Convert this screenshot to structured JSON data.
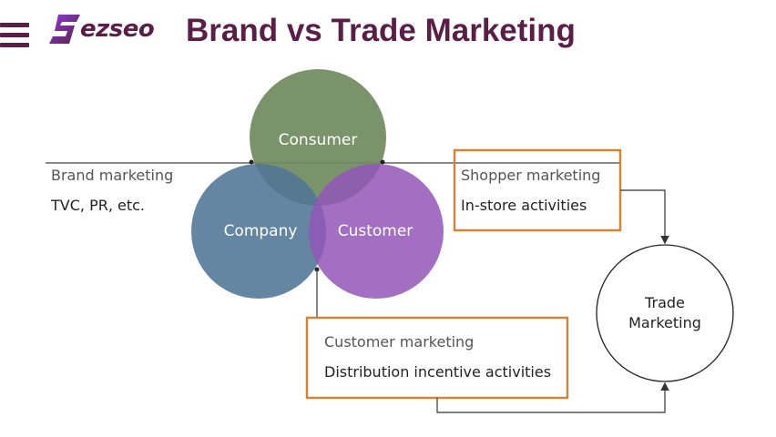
{
  "header": {
    "brand_name": "ezseo",
    "title": "Brand vs Trade Marketing"
  },
  "diagram": {
    "circles": {
      "consumer": "Consumer",
      "company": "Company",
      "customer": "Customer"
    },
    "brand": {
      "heading": "Brand marketing",
      "detail": "TVC, PR, etc."
    },
    "shopper": {
      "heading": "Shopper marketing",
      "detail": "In-store activities"
    },
    "customer_box": {
      "heading": "Customer marketing",
      "detail": "Distribution incentive activities"
    },
    "trade": {
      "line1": "Trade",
      "line2": "Marketing"
    }
  },
  "colors": {
    "brand_purple": "#5a1f47",
    "consumer": "#708a5e",
    "company": "#5d7f9c",
    "customer": "#9a68bb",
    "box_border": "#d0863a"
  }
}
